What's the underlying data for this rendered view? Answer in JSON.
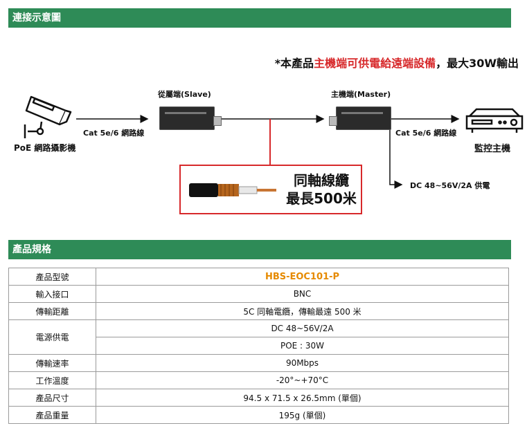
{
  "section1": {
    "title": "連接示意圖"
  },
  "note": {
    "prefix": "*本產品",
    "highlight": "主機端可供電給遠端設備",
    "suffix": "，最大30W輸出"
  },
  "diagram": {
    "camera_label": "PoE 網路攝影機",
    "slave_label": "從屬端(Slave)",
    "master_label": "主機端(Master)",
    "cable_left": "Cat 5e/6 網路線",
    "cable_right": "Cat 5e/6 網路線",
    "dvr_label": "監控主機",
    "power_label": "DC 48~56V/2A 供電",
    "coax_line1": "同軸線纜",
    "coax_line2": "最長500米"
  },
  "section2": {
    "title": "產品規格"
  },
  "spec": {
    "rows": [
      {
        "key": "產品型號",
        "value": "HBS-EOC101-P"
      },
      {
        "key": "輸入接口",
        "value": "BNC"
      },
      {
        "key": "傳輸距離",
        "value": "5C 同軸電纜，傳輸最遠 500 米"
      },
      {
        "key": "電源供電",
        "value": "DC 48~56V/2A",
        "value2": "POE : 30W"
      },
      {
        "key": "傳輸速率",
        "value": "90Mbps"
      },
      {
        "key": "工作溫度",
        "value": "-20°~+70°C"
      },
      {
        "key": "產品尺寸",
        "value": "94.5 x 71.5 x 26.5mm (單個)"
      },
      {
        "key": "產品重量",
        "value": "195g (單個)"
      }
    ]
  },
  "colors": {
    "header_green": "#2e8b57",
    "accent_red": "#d7282a",
    "model_orange": "#e68a00"
  }
}
